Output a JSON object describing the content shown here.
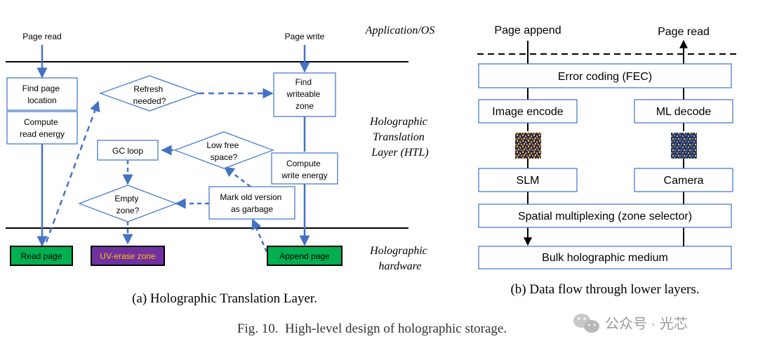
{
  "figure": {
    "caption": "Fig. 10.  High-level design of holographic storage.",
    "watermark": "公众号 · 光芯"
  },
  "panel_a": {
    "caption": "(a) Holographic Translation Layer.",
    "page_read": "Page read",
    "page_write": "Page write",
    "find_page_location": [
      "Find page",
      "location"
    ],
    "compute_read_energy": [
      "Compute",
      "read energy"
    ],
    "refresh_needed": [
      "Refresh",
      "needed?"
    ],
    "find_writeable_zone": [
      "Find",
      "writeable",
      "zone"
    ],
    "low_free_space": [
      "Low free",
      "space?"
    ],
    "gc_loop": "GC loop",
    "compute_write_energy": [
      "Compute",
      "write energy"
    ],
    "empty_zone": [
      "Empty",
      "zone?"
    ],
    "mark_old_version": [
      "Mark old version",
      "as garbage"
    ],
    "read_page": "Read page",
    "uv_erase_zone": "UV-erase zone",
    "append_page": "Append page"
  },
  "layer_labels": {
    "application_os": "Application/OS",
    "htl": [
      "Holographic",
      "Translation",
      "Layer (HTL)"
    ],
    "hardware": [
      "Holographic",
      "hardware"
    ]
  },
  "panel_b": {
    "caption": "(b) Data flow through lower layers.",
    "page_append": "Page append",
    "page_read": "Page read",
    "error_coding": "Error coding (FEC)",
    "image_encode": "Image encode",
    "ml_decode": "ML decode",
    "slm": "SLM",
    "camera": "Camera",
    "spatial_multiplexing": "Spatial multiplexing (zone selector)",
    "bulk_medium": "Bulk holographic medium"
  },
  "colors": {
    "flow_blue": "#4472c4",
    "box_border": "#4a7dc8",
    "green": "#00b050",
    "purple": "#7030a0",
    "uv_text": "#ffc000",
    "black": "#000000"
  }
}
